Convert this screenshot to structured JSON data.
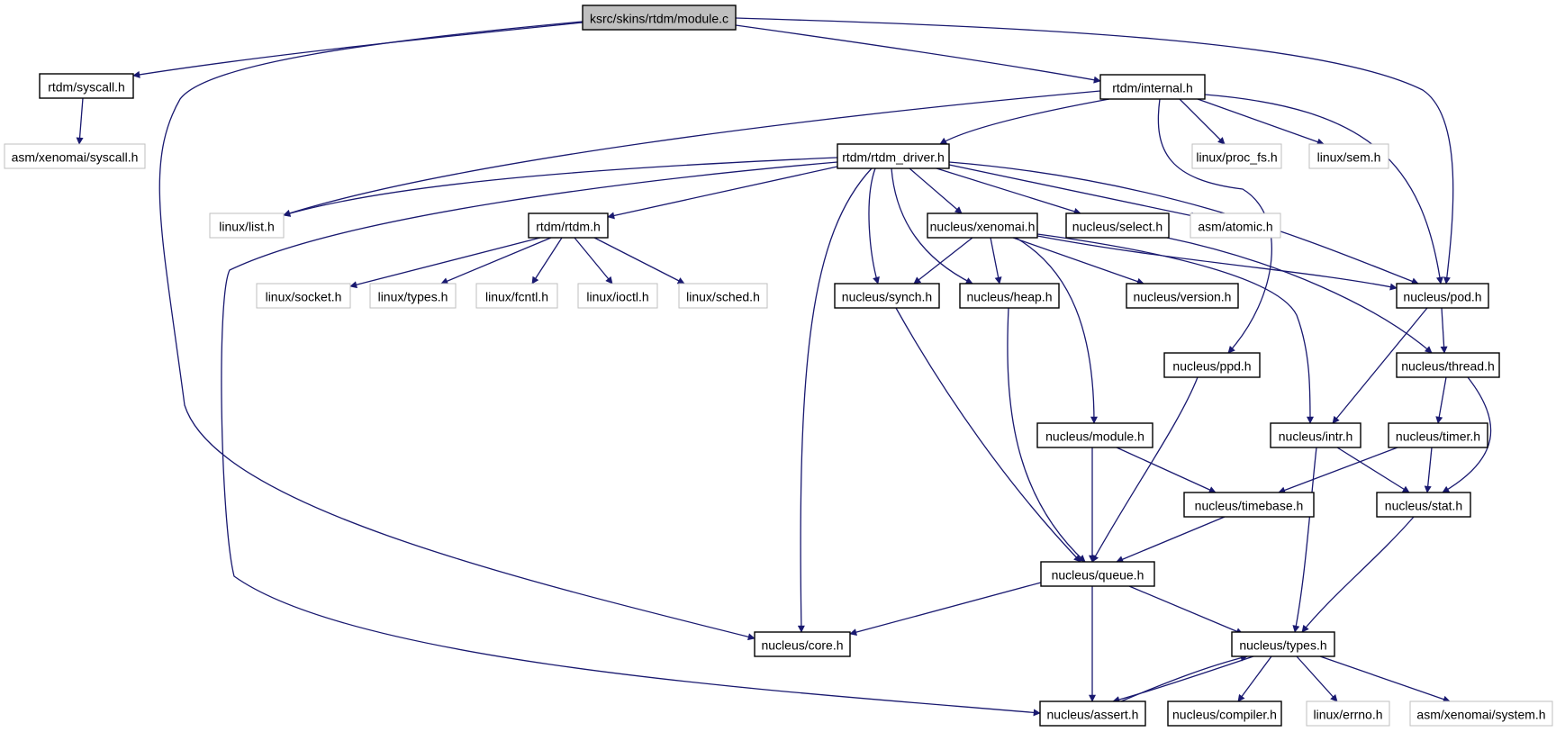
{
  "graph": {
    "nodes": [
      {
        "id": "module_c",
        "label": "ksrc/skins/rtdm/module.c",
        "kind": "root"
      },
      {
        "id": "rtdm_syscall",
        "label": "rtdm/syscall.h",
        "kind": "local"
      },
      {
        "id": "asm_syscall",
        "label": "asm/xenomai/syscall.h",
        "kind": "external"
      },
      {
        "id": "rtdm_internal",
        "label": "rtdm/internal.h",
        "kind": "local"
      },
      {
        "id": "rtdm_driver",
        "label": "rtdm/rtdm_driver.h",
        "kind": "local"
      },
      {
        "id": "linux_proc_fs",
        "label": "linux/proc_fs.h",
        "kind": "external"
      },
      {
        "id": "linux_sem",
        "label": "linux/sem.h",
        "kind": "external"
      },
      {
        "id": "linux_list",
        "label": "linux/list.h",
        "kind": "external"
      },
      {
        "id": "rtdm_rtdm",
        "label": "rtdm/rtdm.h",
        "kind": "local"
      },
      {
        "id": "nucleus_xenomai",
        "label": "nucleus/xenomai.h",
        "kind": "local"
      },
      {
        "id": "nucleus_select",
        "label": "nucleus/select.h",
        "kind": "local"
      },
      {
        "id": "asm_atomic",
        "label": "asm/atomic.h",
        "kind": "external"
      },
      {
        "id": "linux_socket",
        "label": "linux/socket.h",
        "kind": "external"
      },
      {
        "id": "linux_types",
        "label": "linux/types.h",
        "kind": "external"
      },
      {
        "id": "linux_fcntl",
        "label": "linux/fcntl.h",
        "kind": "external"
      },
      {
        "id": "linux_ioctl",
        "label": "linux/ioctl.h",
        "kind": "external"
      },
      {
        "id": "linux_sched",
        "label": "linux/sched.h",
        "kind": "external"
      },
      {
        "id": "nucleus_synch",
        "label": "nucleus/synch.h",
        "kind": "local"
      },
      {
        "id": "nucleus_heap",
        "label": "nucleus/heap.h",
        "kind": "local"
      },
      {
        "id": "nucleus_version",
        "label": "nucleus/version.h",
        "kind": "local"
      },
      {
        "id": "nucleus_pod",
        "label": "nucleus/pod.h",
        "kind": "local"
      },
      {
        "id": "nucleus_ppd",
        "label": "nucleus/ppd.h",
        "kind": "local"
      },
      {
        "id": "nucleus_thread",
        "label": "nucleus/thread.h",
        "kind": "local"
      },
      {
        "id": "nucleus_module",
        "label": "nucleus/module.h",
        "kind": "local"
      },
      {
        "id": "nucleus_intr",
        "label": "nucleus/intr.h",
        "kind": "local"
      },
      {
        "id": "nucleus_timer",
        "label": "nucleus/timer.h",
        "kind": "local"
      },
      {
        "id": "nucleus_timebase",
        "label": "nucleus/timebase.h",
        "kind": "local"
      },
      {
        "id": "nucleus_stat",
        "label": "nucleus/stat.h",
        "kind": "local"
      },
      {
        "id": "nucleus_queue",
        "label": "nucleus/queue.h",
        "kind": "local"
      },
      {
        "id": "nucleus_core",
        "label": "nucleus/core.h",
        "kind": "local"
      },
      {
        "id": "nucleus_types",
        "label": "nucleus/types.h",
        "kind": "local"
      },
      {
        "id": "nucleus_assert",
        "label": "nucleus/assert.h",
        "kind": "local"
      },
      {
        "id": "nucleus_compiler",
        "label": "nucleus/compiler.h",
        "kind": "local"
      },
      {
        "id": "linux_errno",
        "label": "linux/errno.h",
        "kind": "external"
      },
      {
        "id": "asm_system",
        "label": "asm/xenomai/system.h",
        "kind": "external"
      }
    ],
    "edges": [
      {
        "from": "module_c",
        "to": "rtdm_syscall"
      },
      {
        "from": "module_c",
        "to": "rtdm_internal"
      },
      {
        "from": "module_c",
        "to": "nucleus_pod"
      },
      {
        "from": "module_c",
        "to": "nucleus_core"
      },
      {
        "from": "rtdm_syscall",
        "to": "asm_syscall"
      },
      {
        "from": "rtdm_internal",
        "to": "rtdm_driver"
      },
      {
        "from": "rtdm_internal",
        "to": "linux_list"
      },
      {
        "from": "rtdm_internal",
        "to": "linux_proc_fs"
      },
      {
        "from": "rtdm_internal",
        "to": "linux_sem"
      },
      {
        "from": "rtdm_internal",
        "to": "nucleus_pod"
      },
      {
        "from": "rtdm_internal",
        "to": "nucleus_ppd"
      },
      {
        "from": "rtdm_driver",
        "to": "linux_list"
      },
      {
        "from": "rtdm_driver",
        "to": "rtdm_rtdm"
      },
      {
        "from": "rtdm_driver",
        "to": "nucleus_xenomai"
      },
      {
        "from": "rtdm_driver",
        "to": "nucleus_select"
      },
      {
        "from": "rtdm_driver",
        "to": "asm_atomic"
      },
      {
        "from": "rtdm_driver",
        "to": "nucleus_pod"
      },
      {
        "from": "rtdm_driver",
        "to": "nucleus_synch"
      },
      {
        "from": "rtdm_driver",
        "to": "nucleus_heap"
      },
      {
        "from": "rtdm_driver",
        "to": "nucleus_core"
      },
      {
        "from": "rtdm_driver",
        "to": "nucleus_assert"
      },
      {
        "from": "rtdm_rtdm",
        "to": "linux_socket"
      },
      {
        "from": "rtdm_rtdm",
        "to": "linux_types"
      },
      {
        "from": "rtdm_rtdm",
        "to": "linux_fcntl"
      },
      {
        "from": "rtdm_rtdm",
        "to": "linux_ioctl"
      },
      {
        "from": "rtdm_rtdm",
        "to": "linux_sched"
      },
      {
        "from": "nucleus_xenomai",
        "to": "nucleus_synch"
      },
      {
        "from": "nucleus_xenomai",
        "to": "nucleus_heap"
      },
      {
        "from": "nucleus_xenomai",
        "to": "nucleus_version"
      },
      {
        "from": "nucleus_xenomai",
        "to": "nucleus_pod"
      },
      {
        "from": "nucleus_xenomai",
        "to": "nucleus_intr"
      },
      {
        "from": "nucleus_xenomai",
        "to": "nucleus_module"
      },
      {
        "from": "nucleus_select",
        "to": "nucleus_thread"
      },
      {
        "from": "nucleus_pod",
        "to": "nucleus_thread"
      },
      {
        "from": "nucleus_pod",
        "to": "nucleus_intr"
      },
      {
        "from": "nucleus_synch",
        "to": "nucleus_queue"
      },
      {
        "from": "nucleus_heap",
        "to": "nucleus_queue"
      },
      {
        "from": "nucleus_ppd",
        "to": "nucleus_queue"
      },
      {
        "from": "nucleus_thread",
        "to": "nucleus_timer"
      },
      {
        "from": "nucleus_thread",
        "to": "nucleus_stat"
      },
      {
        "from": "nucleus_module",
        "to": "nucleus_queue"
      },
      {
        "from": "nucleus_module",
        "to": "nucleus_timebase"
      },
      {
        "from": "nucleus_intr",
        "to": "nucleus_stat"
      },
      {
        "from": "nucleus_intr",
        "to": "nucleus_types"
      },
      {
        "from": "nucleus_timer",
        "to": "nucleus_timebase"
      },
      {
        "from": "nucleus_timer",
        "to": "nucleus_stat"
      },
      {
        "from": "nucleus_timebase",
        "to": "nucleus_queue"
      },
      {
        "from": "nucleus_stat",
        "to": "nucleus_types"
      },
      {
        "from": "nucleus_queue",
        "to": "nucleus_core"
      },
      {
        "from": "nucleus_queue",
        "to": "nucleus_types"
      },
      {
        "from": "nucleus_queue",
        "to": "nucleus_assert"
      },
      {
        "from": "nucleus_types",
        "to": "nucleus_assert"
      },
      {
        "from": "nucleus_assert",
        "to": "nucleus_types"
      },
      {
        "from": "nucleus_types",
        "to": "nucleus_compiler"
      },
      {
        "from": "nucleus_types",
        "to": "linux_errno"
      },
      {
        "from": "nucleus_types",
        "to": "asm_system"
      }
    ]
  },
  "colors": {
    "edge": "#191970",
    "local_border": "#000000",
    "external_border": "#bfbfbf",
    "root_fill": "#bfbfbf"
  }
}
